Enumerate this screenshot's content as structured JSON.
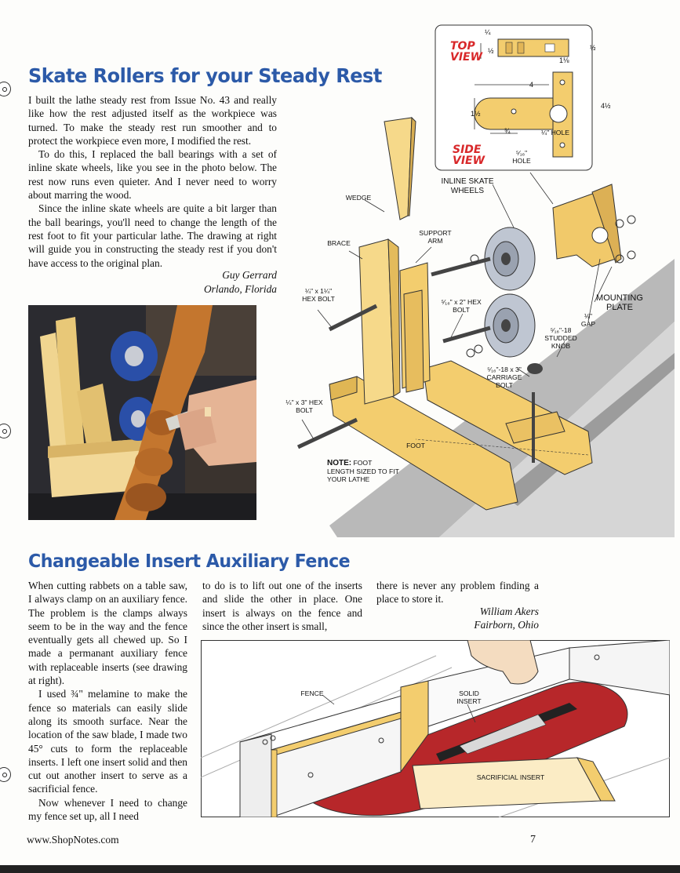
{
  "article1": {
    "title": "Skate Rollers for your Steady Rest",
    "paragraphs": [
      "I built the lathe steady rest from Issue No. 43 and really like how the rest adjusted itself as the workpiece was turned. To make the steady rest run smoother and to protect the workpiece even more, I modified the rest.",
      "To do this, I replaced the ball bearings with a set of inline skate wheels, like you see in the photo below. The rest now runs even quieter. And I never need to worry about marring the wood.",
      "Since the inline skate wheels are quite a bit larger than the ball bearings, you'll need to change the length of the rest foot to fit your particular lathe. The drawing at right will guide you in constructing the steady rest if you don't have access to the original plan."
    ],
    "author": "Guy Gerrard",
    "location": "Orlando, Florida"
  },
  "diagram1": {
    "top_view": "TOP VIEW",
    "side_view": "SIDE VIEW",
    "dims": {
      "quarter": "¼",
      "half_a": "½",
      "half_b": "½",
      "one_eighth": "1⅛",
      "four": "4",
      "four_half": "4½",
      "one_half": "1½",
      "three_quarter": "¾"
    },
    "quarter_hole": "¼\" HOLE",
    "fivesixteenth_hole": "⁵⁄₁₆\" HOLE",
    "labels": {
      "inline_skate_wheels": "INLINE SKATE WHEELS",
      "wedge": "WEDGE",
      "brace": "BRACE",
      "support_arm": "SUPPORT ARM",
      "hex_bolt_a": "¼\" x 1¼\" HEX BOLT",
      "hex_bolt_b": "⁵⁄₁₆\" x 2\" HEX BOLT",
      "mounting_plate": "MOUNTING PLATE",
      "gap": "⅛\" GAP",
      "studded_knob": "⁵⁄₁₆\"-18 STUDDED KNOB",
      "carriage_bolt": "⁵⁄₁₆\"-18 x 3\" CARRIAGE BOLT",
      "hex_bolt_c": "¼\" x 3\" HEX BOLT",
      "foot": "FOOT",
      "note_head": "NOTE:",
      "note_foot": "FOOT",
      "note_rest": "LENGTH SIZED TO FIT YOUR LATHE"
    }
  },
  "article2": {
    "title": "Changeable Insert Auxiliary Fence",
    "col1": [
      "When cutting rabbets on a table saw, I always clamp on an auxiliary fence. The problem is the clamps always seem to be in the way and the fence eventually gets all chewed up. So I made a permanant auxiliary fence with replaceable inserts (see drawing at right).",
      "I used ¾\" melamine to make the fence so materials can easily slide along its smooth surface. Near the location of the saw blade, I made two 45° cuts to form the replaceable inserts. I left one insert solid and then cut out another insert to serve as a sacrificial fence.",
      "Now whenever I need to change my fence set up, all I need"
    ],
    "col2": "to do is to lift out one of the inserts and slide the other in place. One insert is always on the fence and since the other insert is small,",
    "col3": "there is never any problem finding a place to store it.",
    "author": "William Akers",
    "location": "Fairborn, Ohio"
  },
  "diagram2": {
    "fence": "FENCE",
    "solid_insert": "SOLID INSERT",
    "sacrificial_insert": "SACRIFICIAL INSERT"
  },
  "footer": {
    "url": "www.ShopNotes.com",
    "page_number": "7"
  }
}
